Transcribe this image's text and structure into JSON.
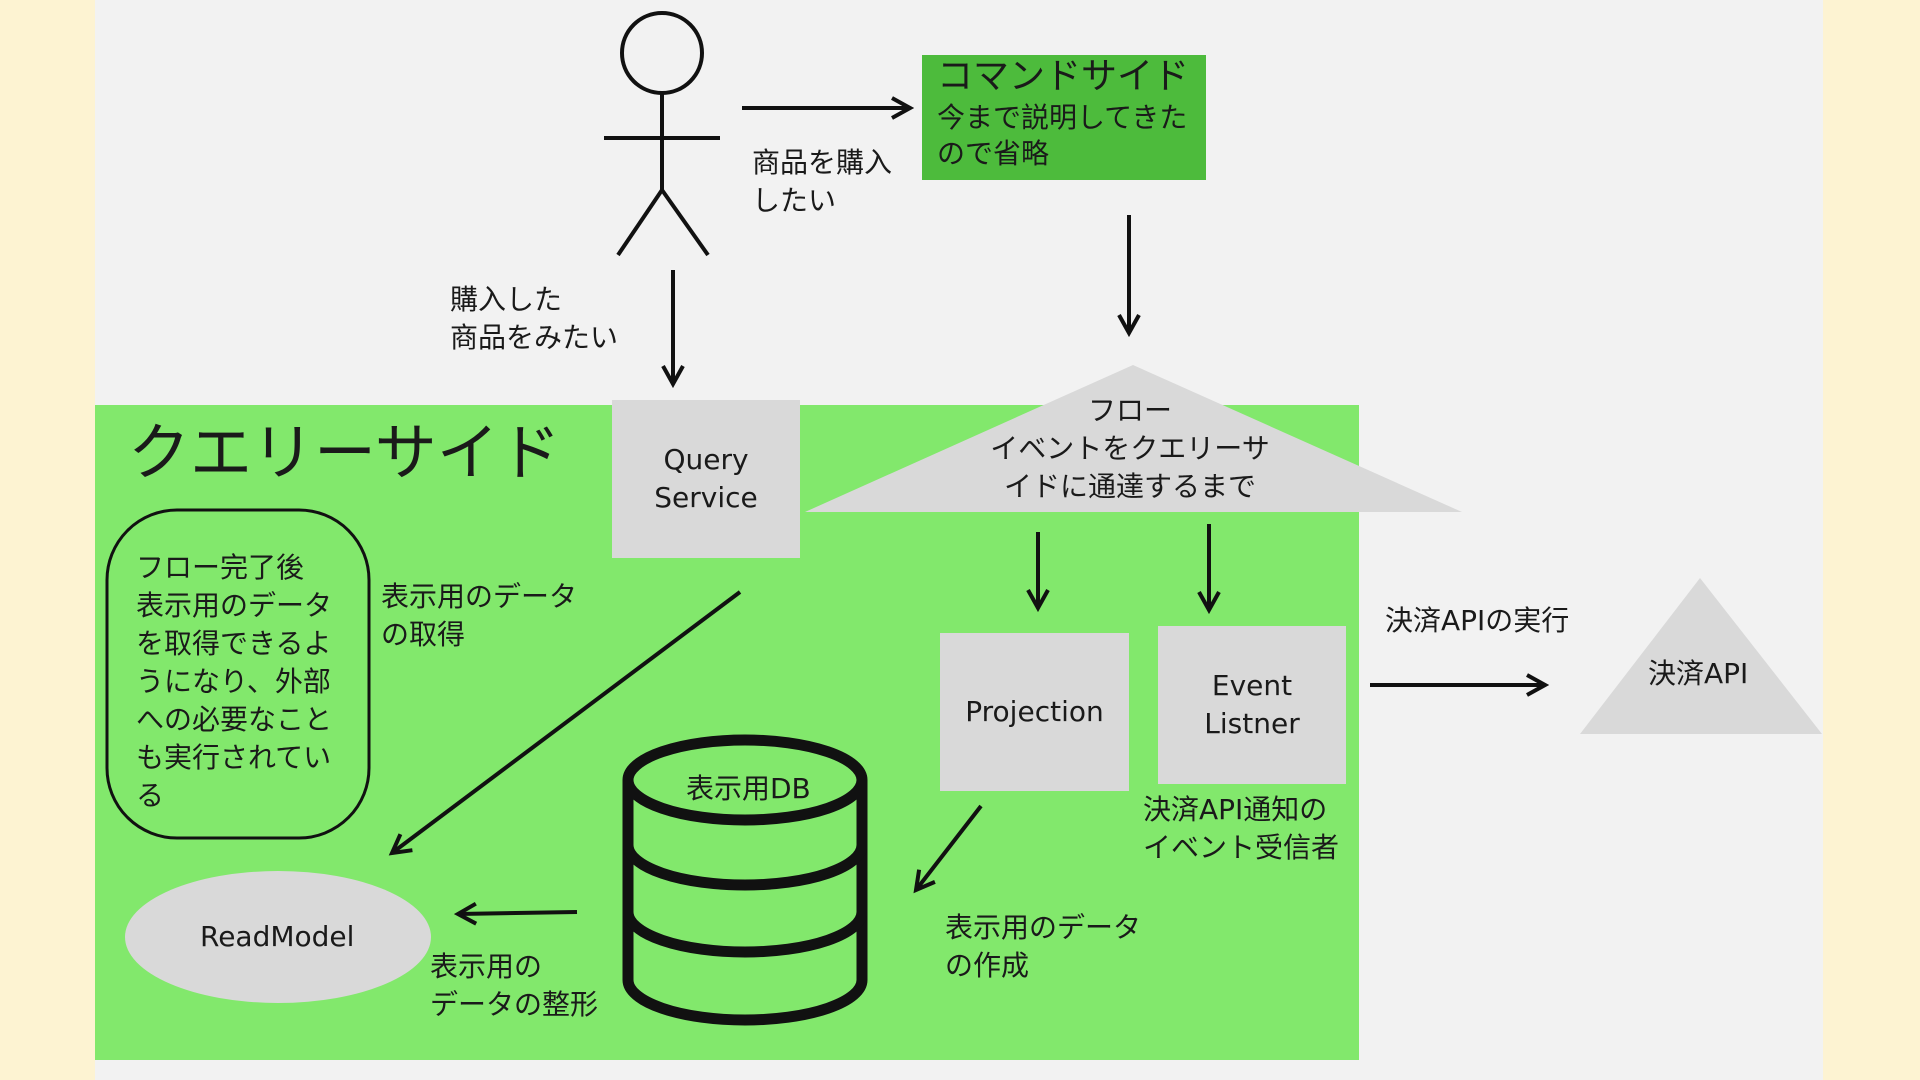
{
  "command_side": {
    "title": "コマンドサイド",
    "body": "今まで説明してきた\nので省略"
  },
  "query_side": {
    "title": "クエリーサイド"
  },
  "actor_labels": {
    "want_to_buy": "商品を購入\nしたい",
    "want_to_see": "購入した\n商品をみたい"
  },
  "flow_triangle": {
    "label": "フロー\nイベントをクエリーサ\nイドに通達するまで"
  },
  "boxes": {
    "query_service": "Query\nService",
    "projection": "Projection",
    "event_listener": "Event\nListner"
  },
  "notes": {
    "flow_complete": "フロー完了後\n表示用のデータ\nを取得できるよ\nうになり、外部\nへの必要なこと\nも実行されてい\nる",
    "get_display_data": "表示用のデータ\nの取得",
    "create_display_data": "表示用のデータ\nの作成",
    "format_display_data": "表示用の\nデータの整形",
    "listener_caption": "決済API通知の\nイベント受信者",
    "execute_payment": "決済APIの実行"
  },
  "database": {
    "label": "表示用DB"
  },
  "read_model": {
    "label": "ReadModel"
  },
  "payment_api": {
    "label": "決済API"
  },
  "colors": {
    "background": "#fdf3d2",
    "canvas": "#f2f2f2",
    "query_zone": "#82e86c",
    "command_box": "#4dbb3c",
    "gray_shape": "#d9d9d9"
  }
}
